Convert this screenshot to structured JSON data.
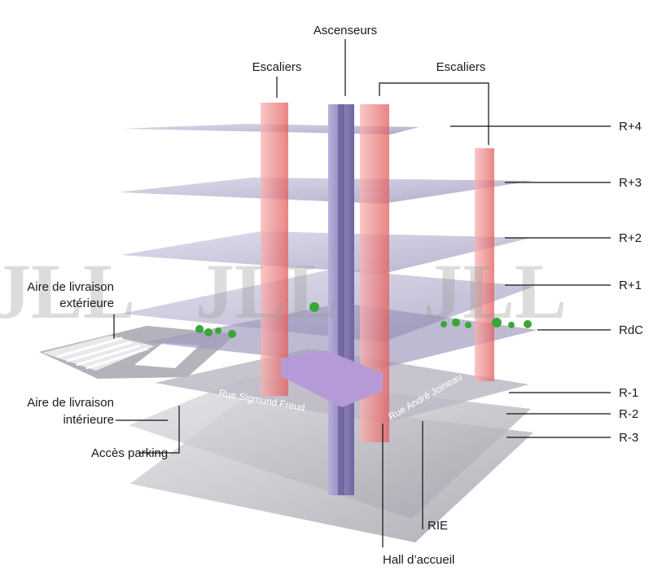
{
  "labels": {
    "ascenseurs": "Ascenseurs",
    "escaliers_left": "Escaliers",
    "escaliers_right": "Escaliers",
    "r4": "R+4",
    "r3": "R+3",
    "r2": "R+2",
    "r1": "R+1",
    "rdc": "RdC",
    "rm1": "R-1",
    "rm2": "R-2",
    "rm3": "R-3",
    "aire_ext_1": "Aire de livraison",
    "aire_ext_2": "extérieure",
    "aire_int_1": "Aire de livraison",
    "aire_int_2": "intérieure",
    "acces_parking": "Accès parking",
    "rie": "RIE",
    "hall": "Hall d’accueil",
    "rue_freud": "Rue Sigmund Freud",
    "rue_joineau": "Rue André Joineau"
  },
  "watermark": "JLL",
  "colors": {
    "floor_upper": "#8e86b4",
    "floor_lower": "#a9a7b0",
    "elevator": "#9a8fc4",
    "stairs": "#f08a8a",
    "trees": "#3aa63a",
    "leader": "#111111"
  }
}
